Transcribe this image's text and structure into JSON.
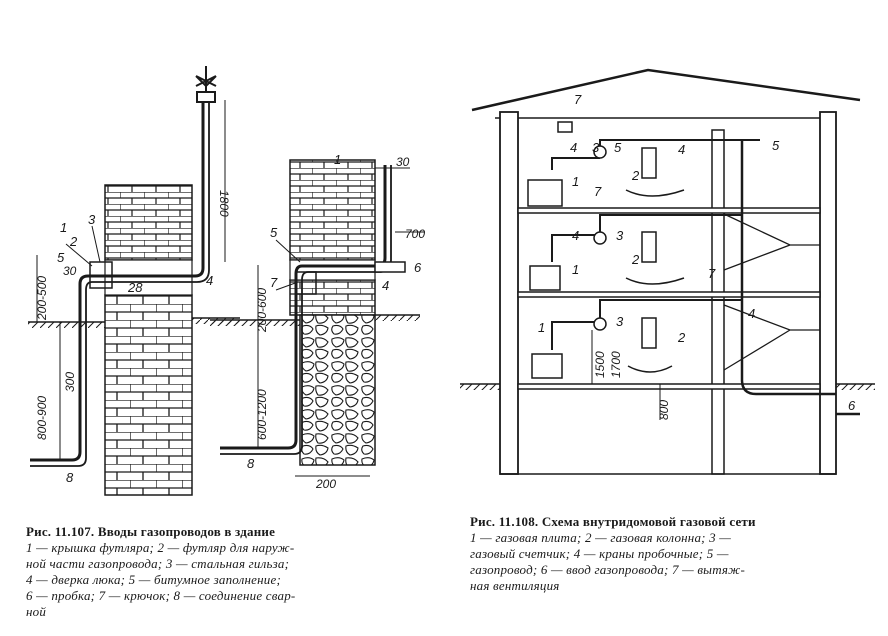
{
  "figure_left": {
    "caption_title": "Рис. 11.107. Вводы газопроводов в здание",
    "legend_lines": [
      "1 — крышка футляра; 2 — футляр для наруж-",
      "ной части газопровода; 3 — стальная гильза;",
      "4 — дверка люка; 5 — битумное заполнение;",
      "6 — пробка; 7 — крючок; 8 — соединение свар-",
      "ной"
    ],
    "numbers": {
      "n1": "1",
      "n2": "2",
      "n3": "3",
      "n4": "4",
      "n5": "5",
      "n6": "6",
      "n7": "7",
      "n8": "8",
      "n8b": "8",
      "n4b": "4",
      "n28": "28"
    },
    "dimensions": {
      "d1800": "1800",
      "d200_500": "200-500",
      "d30": "30",
      "d800_900": "800-900",
      "d300": "300",
      "d200_600": "200-600",
      "d600_1200": "600-1200",
      "d700": "700",
      "d30b": "30",
      "d200": "200"
    }
  },
  "figure_right": {
    "caption_title": "Рис. 11.108. Схема внутридомовой газовой сети",
    "legend_lines": [
      "1 — газовая плита; 2 — газовая колонна; 3 —",
      "газовый счетчик; 4 — краны пробочные; 5 —",
      "газопровод; 6 — ввод газопровода; 7 — вытяж-",
      "ная вентиляция"
    ],
    "numbers": {
      "r1a": "1",
      "r1b": "1",
      "r1c": "1",
      "r2a": "2",
      "r2b": "2",
      "r2c": "2",
      "r3a": "3",
      "r3b": "3",
      "r3c": "3",
      "r4a": "4",
      "r4b": "4",
      "r4c": "4",
      "r4d": "4",
      "r5a": "5",
      "r5b": "5",
      "r6": "6",
      "r7a": "7",
      "r7b": "7",
      "r7c": "7"
    },
    "dimensions": {
      "d1500": "1500",
      "d1700": "1700",
      "d800": "800"
    }
  }
}
